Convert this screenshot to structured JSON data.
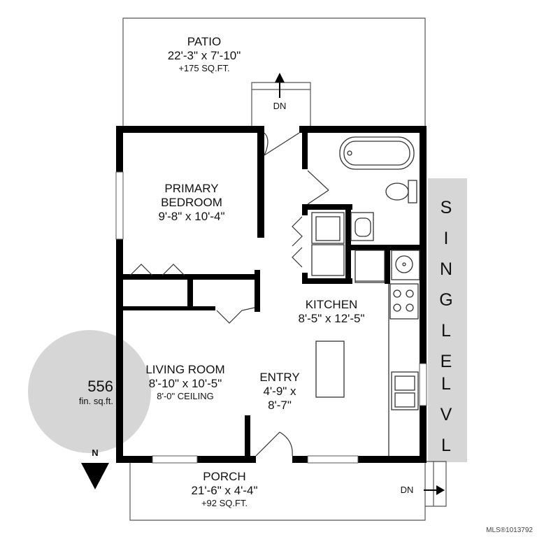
{
  "rooms": {
    "patio": {
      "name": "PATIO",
      "dims": "22'-3\" x 7'-10\"",
      "area": "+175 SQ.FT."
    },
    "bedroom": {
      "name1": "PRIMARY",
      "name2": "BEDROOM",
      "dims": "9'-8\" x 10'-4\""
    },
    "kitchen": {
      "name": "KITCHEN",
      "dims": "8'-5\" x 12'-5\""
    },
    "living": {
      "name": "LIVING ROOM",
      "dims": "8'-10\" x 10'-5\"",
      "ceiling": "8'-0\" CEILING"
    },
    "entry": {
      "name": "ENTRY",
      "dims1": "4'-9\" x",
      "dims2": "8'-7\""
    },
    "porch": {
      "name": "PORCH",
      "dims": "21'-6\" x 4'-4\"",
      "area": "+92 SQ.FT."
    }
  },
  "stairs": {
    "patio_label": "DN",
    "porch_label": "DN"
  },
  "area_badge": {
    "value": "556",
    "unit": "fin. sq.ft."
  },
  "compass": {
    "label": "N"
  },
  "level_banner": {
    "word1": [
      "S",
      "I",
      "N",
      "G",
      "L",
      "E"
    ],
    "word2": [
      "L",
      "V",
      "L"
    ]
  },
  "watermark": "MLS®1013792",
  "colors": {
    "wall": "#000000",
    "badge": "#d6d6d6",
    "line": "#555555"
  }
}
